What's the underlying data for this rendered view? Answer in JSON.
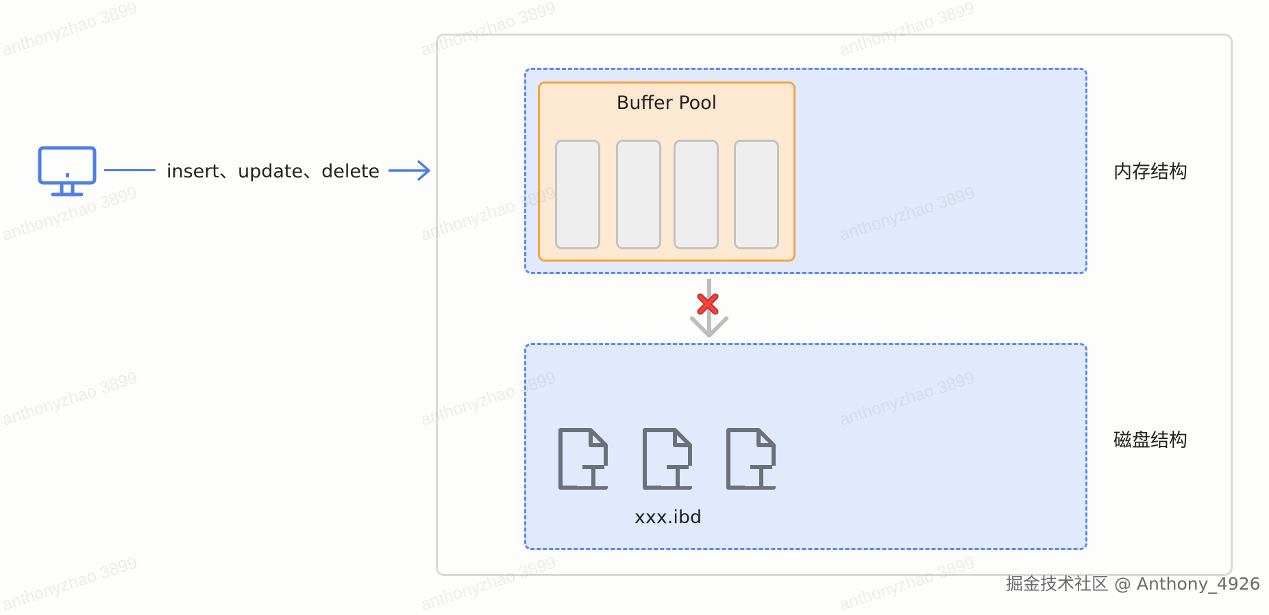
{
  "client": {
    "icon": "computer-icon",
    "operations_label": "insert、update、delete",
    "accent_color": "#4f7fe5"
  },
  "buffer_pool": {
    "title": "Buffer Pool",
    "page_count": 4,
    "fill_color": "#fde8d2",
    "border_color": "#f2a541"
  },
  "regions": {
    "memory_label": "内存结构",
    "disk_label": "磁盘结构",
    "fill_color": "#e1e9fc",
    "border_color": "#5b8ae8"
  },
  "flush": {
    "icon": "blocked-arrow-down-icon",
    "status_icon": "red-x-icon",
    "status_color": "#e53935"
  },
  "disk_files": {
    "icon": "text-file-icon",
    "count": 3,
    "file_name": "xxx.ibd"
  },
  "watermark_text": "anthonyzhao 3899",
  "credit": "掘金技术社区 @ Anthony_4926"
}
